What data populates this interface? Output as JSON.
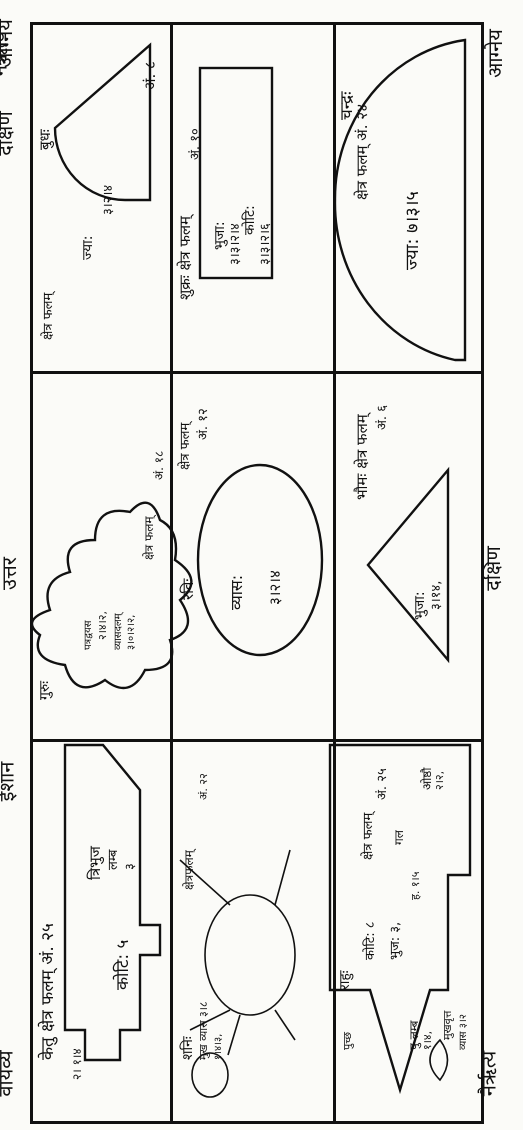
{
  "directions": {
    "top_left": "आग्नेय",
    "top_middle": "दक्षिण",
    "top_right": "नैर्ऋत्य",
    "bottom_left": "ईशान",
    "bottom_middle": "उत्तर",
    "bottom_right": "वायव्य"
  },
  "cells": {
    "chandra": {
      "heading": "चन्द्रः",
      "sub": "क्षेत्र फलम् अं. २४",
      "value": "ज्या: ७।३।५"
    },
    "shukra": {
      "heading": "शुक्रः क्षेत्र फलम्",
      "sub": "अं. १०",
      "line1": "भुजा:",
      "line2": "३।३।२।४",
      "line3": "कोटि:",
      "line4": "३।३।२।६"
    },
    "budha": {
      "heading": "बुधः",
      "sub": "क्षेत्र फलम्",
      "deg": "अं. ८",
      "value": "ज्या:",
      "value2": "३।२।४"
    },
    "bhauma": {
      "heading": "भौमः क्षेत्र फलम्",
      "sub": "अं. ६",
      "line1": "भुजा:",
      "line2": "३।१४,"
    },
    "ravi": {
      "heading": "रविः",
      "sub": "क्षेत्र फलम्",
      "deg": "अं. १२",
      "line1": "व्यास:",
      "line2": "३।२।४"
    },
    "guru": {
      "heading": "गुरुः",
      "sub": "क्षेत्र फलम्",
      "deg": "अं. १८",
      "line1": "पत्रद्वयस",
      "line2": "२।४।२,",
      "line3": "व्यासदलम्",
      "line4": "३।०।२।२,"
    },
    "rahu": {
      "heading": "राहुः",
      "sub": "क्षेत्र फलम्",
      "deg": "अं. २५",
      "l1": "ओष्ठौ",
      "l2": "२।२,",
      "l3": "मुखवृत्त",
      "l4": "व्यास ३।२",
      "l5": "गल",
      "l6": "ह. १।५",
      "l7": "कोटि: ८",
      "l8": "भुज: ३,",
      "l9": "पुच्छ",
      "l10": "पु लम्ब",
      "l11": "१।४,"
    },
    "shani": {
      "heading": "शनिः",
      "sub": "क्षेत्रफलम्",
      "deg": "अं. २२",
      "l1": "मुख व्यास ३।८",
      "l2": "१।४।३,"
    },
    "ketu": {
      "heading": "केतु क्षेत्र फलम् अं. २५",
      "l1": "त्रिभुज",
      "l2": "लम्ब",
      "l3": "३",
      "l4": "कोटि: ५",
      "l5": "२। १।४"
    }
  }
}
